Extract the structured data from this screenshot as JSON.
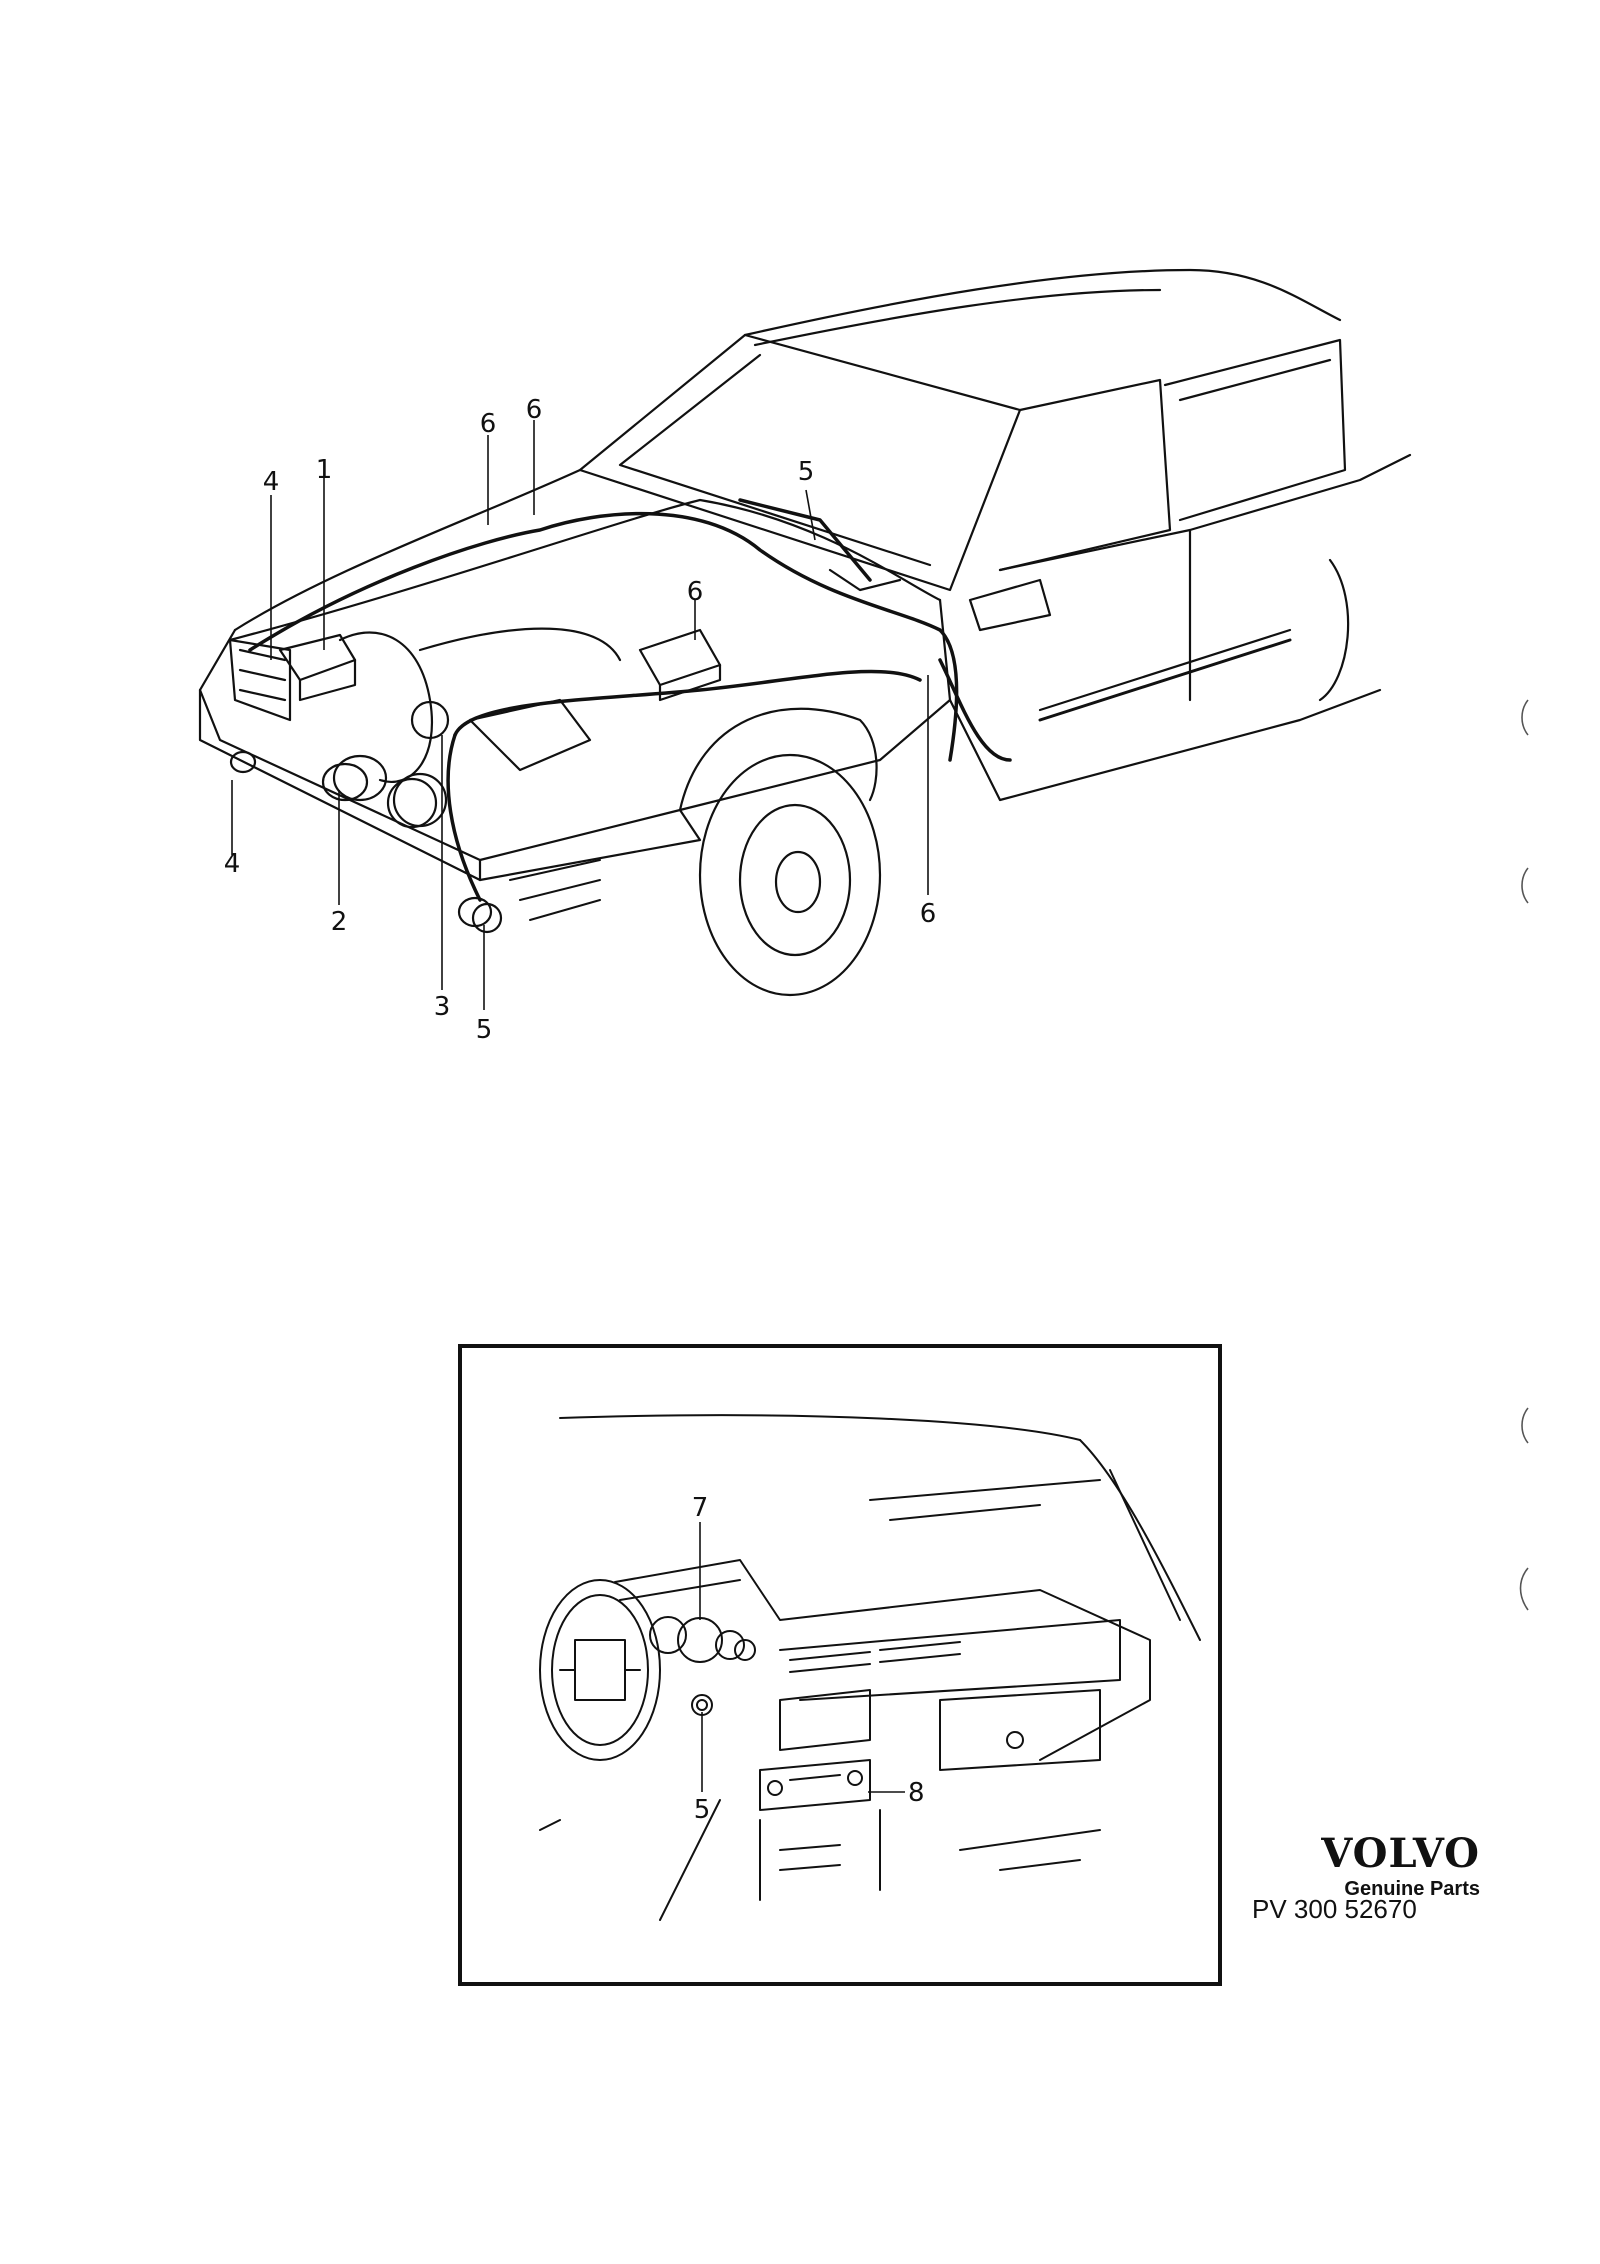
{
  "callouts": {
    "main": {
      "c4a": "4",
      "c1": "1",
      "c6a": "6",
      "c6b": "6",
      "c5a": "5",
      "c6c": "6",
      "c4b": "4",
      "c2": "2",
      "c3": "3",
      "c5b": "5",
      "c6d": "6"
    },
    "inset": {
      "c7": "7",
      "c5": "5",
      "c8": "8"
    }
  },
  "brand": {
    "name": "VOLVO",
    "subtitle": "Genuine Parts",
    "doc_number": "PV 300 52670"
  },
  "colors": {
    "ink": "#111111",
    "background": "#ffffff"
  }
}
